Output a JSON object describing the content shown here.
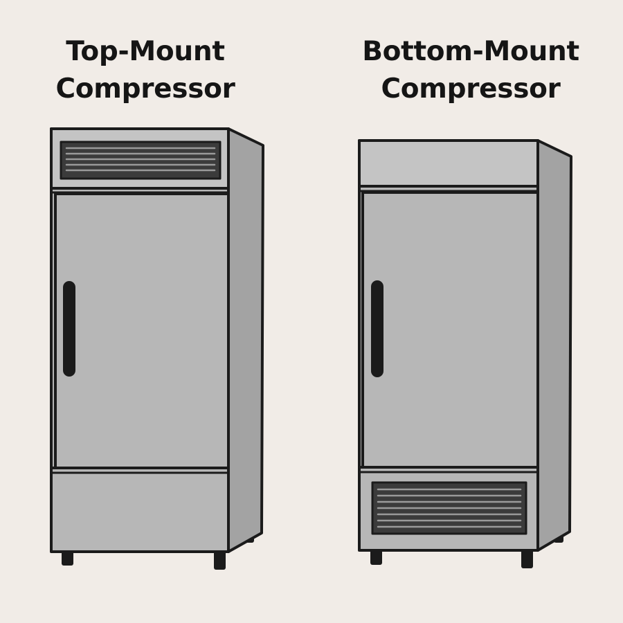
{
  "left_unit": {
    "title_line1": "Top-Mount",
    "title_line2": "Compressor",
    "vent_position": "top",
    "icon": "upright-refrigerator-icon"
  },
  "right_unit": {
    "title_line1": "Bottom-Mount",
    "title_line2": "Compressor",
    "vent_position": "bottom",
    "icon": "upright-refrigerator-icon"
  },
  "colors": {
    "background": "#f1ece7",
    "cabinet_front": "#b7b7b7",
    "cabinet_side": "#a3a3a3",
    "cabinet_top": "#c4c4c4",
    "outline": "#1b1b1b"
  }
}
